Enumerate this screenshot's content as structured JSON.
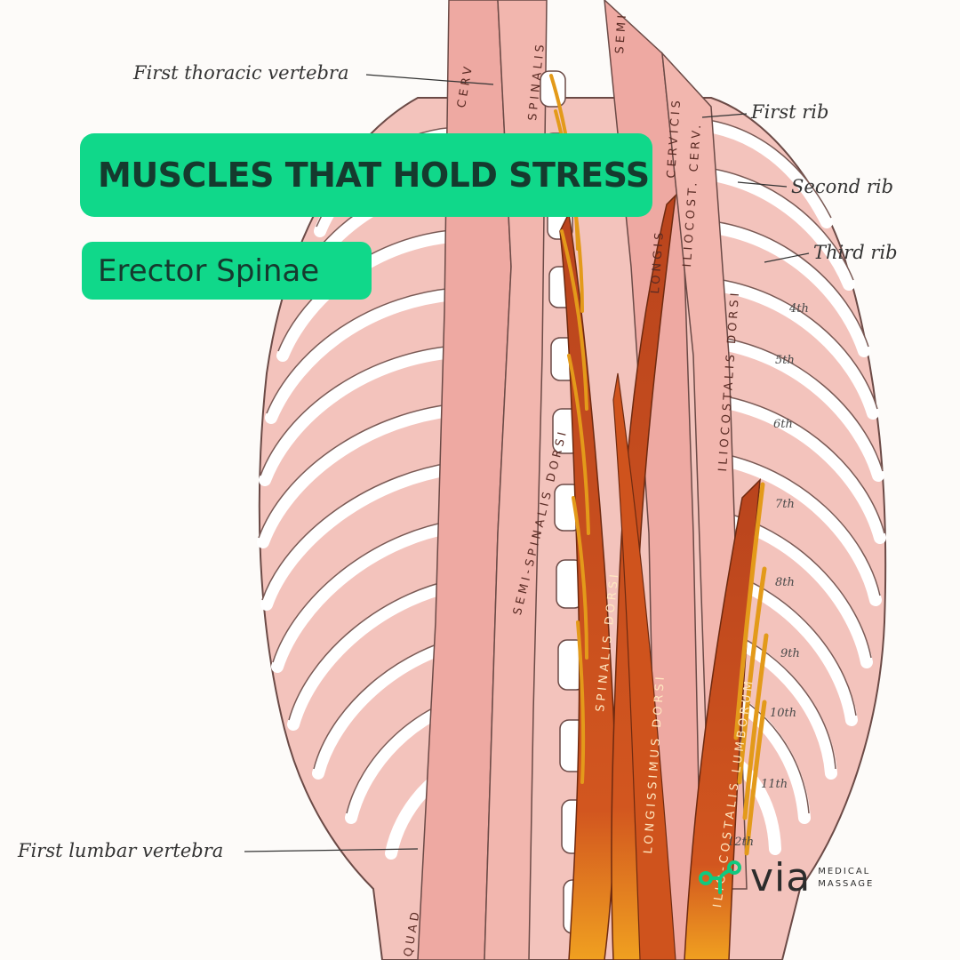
{
  "title": "MUSCLES THAT HOLD STRESS",
  "subtitle": "Erector Spinae",
  "labels": {
    "first_thoracic": "First thoracic vertebra",
    "first_rib": "First rib",
    "second_rib": "Second rib",
    "third_rib": "Third rib",
    "first_lumbar": "First lumbar vertebra"
  },
  "rib_numbers": [
    "4th",
    "5th",
    "6th",
    "7th",
    "8th",
    "9th",
    "10th",
    "11th",
    "12th"
  ],
  "muscle_labels": {
    "spinalis_dorsi": "SPINALIS DORSI",
    "longissimus_dorsi": "LONGISSIMUS DORSI",
    "iliocostalis_dorsi": "ILIOCOSTALIS DORSI",
    "iliocostalis_lumborum": "ILIO-COSTALIS LUMBORUM",
    "semi_spinalis": "SEMI-SPINALIS DORSI",
    "iliocost_cerv": "ILIOCOST. CERV.",
    "cervicis": "CERVICIS",
    "semi": "SEMI",
    "spinalis": "SPINALIS",
    "longis": "LONGIS",
    "cerv": "CERV",
    "quad": "QUAD"
  },
  "logo": {
    "word": "via",
    "line1": "MEDICAL",
    "line2": "MASSAGE"
  },
  "colors": {
    "banner": "#10d88a",
    "banner_text": "#153a2e",
    "rib_muscle": "#e9a59f",
    "erector": "#c8491c",
    "logo_mark": "#10c97f"
  }
}
